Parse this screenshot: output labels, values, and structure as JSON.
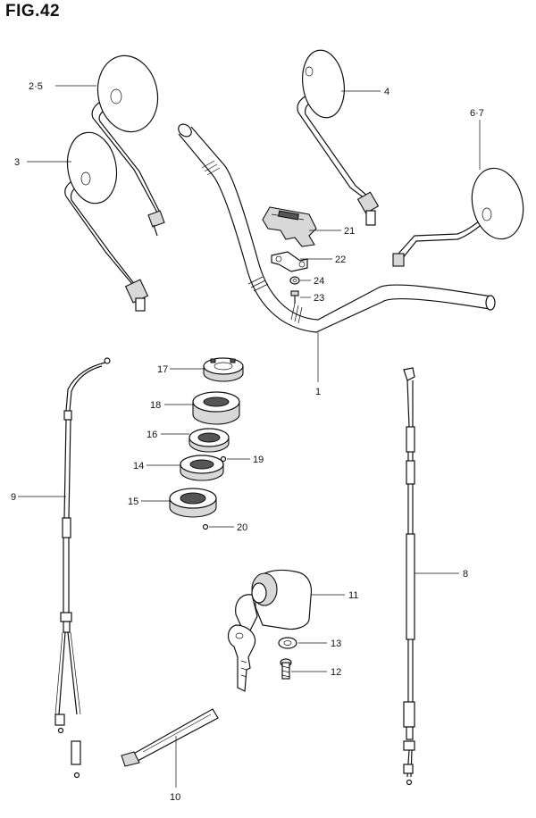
{
  "figure": {
    "title": "FIG.42"
  },
  "callouts": [
    {
      "id": "c-2-5",
      "label": "2·5"
    },
    {
      "id": "c-3",
      "label": "3"
    },
    {
      "id": "c-4",
      "label": "4"
    },
    {
      "id": "c-6-7",
      "label": "6·7"
    },
    {
      "id": "c-21",
      "label": "21"
    },
    {
      "id": "c-22",
      "label": "22"
    },
    {
      "id": "c-24",
      "label": "24"
    },
    {
      "id": "c-23",
      "label": "23"
    },
    {
      "id": "c-1",
      "label": "1"
    },
    {
      "id": "c-17",
      "label": "17"
    },
    {
      "id": "c-18",
      "label": "18"
    },
    {
      "id": "c-16",
      "label": "16"
    },
    {
      "id": "c-19",
      "label": "19"
    },
    {
      "id": "c-14",
      "label": "14"
    },
    {
      "id": "c-15",
      "label": "15"
    },
    {
      "id": "c-20",
      "label": "20"
    },
    {
      "id": "c-9",
      "label": "9"
    },
    {
      "id": "c-8",
      "label": "8"
    },
    {
      "id": "c-11",
      "label": "11"
    },
    {
      "id": "c-13",
      "label": "13"
    },
    {
      "id": "c-12",
      "label": "12"
    },
    {
      "id": "c-10",
      "label": "10"
    }
  ]
}
